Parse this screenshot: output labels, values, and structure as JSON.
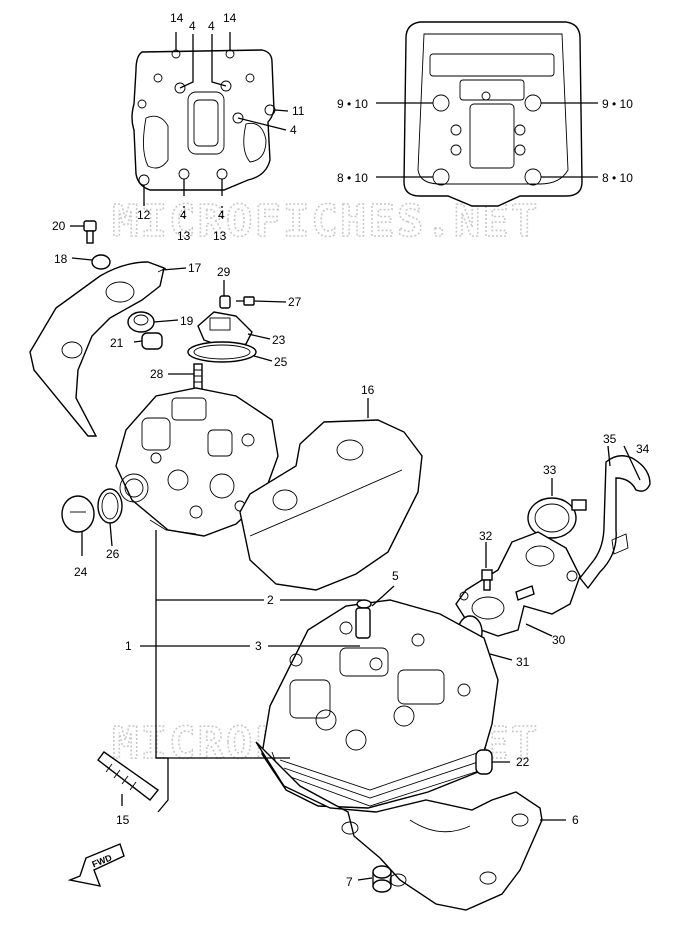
{
  "watermark": {
    "text": "MICROFICHES.NET"
  },
  "direction_badge": {
    "text": "FWD"
  },
  "callouts": {
    "c14a": "14",
    "c4a": "4",
    "c4b": "4",
    "c14b": "14",
    "c11": "11",
    "c4c": "4",
    "c12": "12",
    "c4d": "4",
    "c13a": "13",
    "c4e": "4",
    "c13b": "13",
    "c9_10a": "9 • 10",
    "c9_10b": "9 • 10",
    "c8_10a": "8 • 10",
    "c8_10b": "8 • 10",
    "c20": "20",
    "c18": "18",
    "c17": "17",
    "c29": "29",
    "c27": "27",
    "c19": "19",
    "c21": "21",
    "c23": "23",
    "c25": "25",
    "c28": "28",
    "c16": "16",
    "c35": "35",
    "c34": "34",
    "c33": "33",
    "c32": "32",
    "c24": "24",
    "c26": "26",
    "c5": "5",
    "c2": "2",
    "c1": "1",
    "c3": "3",
    "c30": "30",
    "c31": "31",
    "c22": "22",
    "c15": "15",
    "c6": "6",
    "c7": "7"
  }
}
